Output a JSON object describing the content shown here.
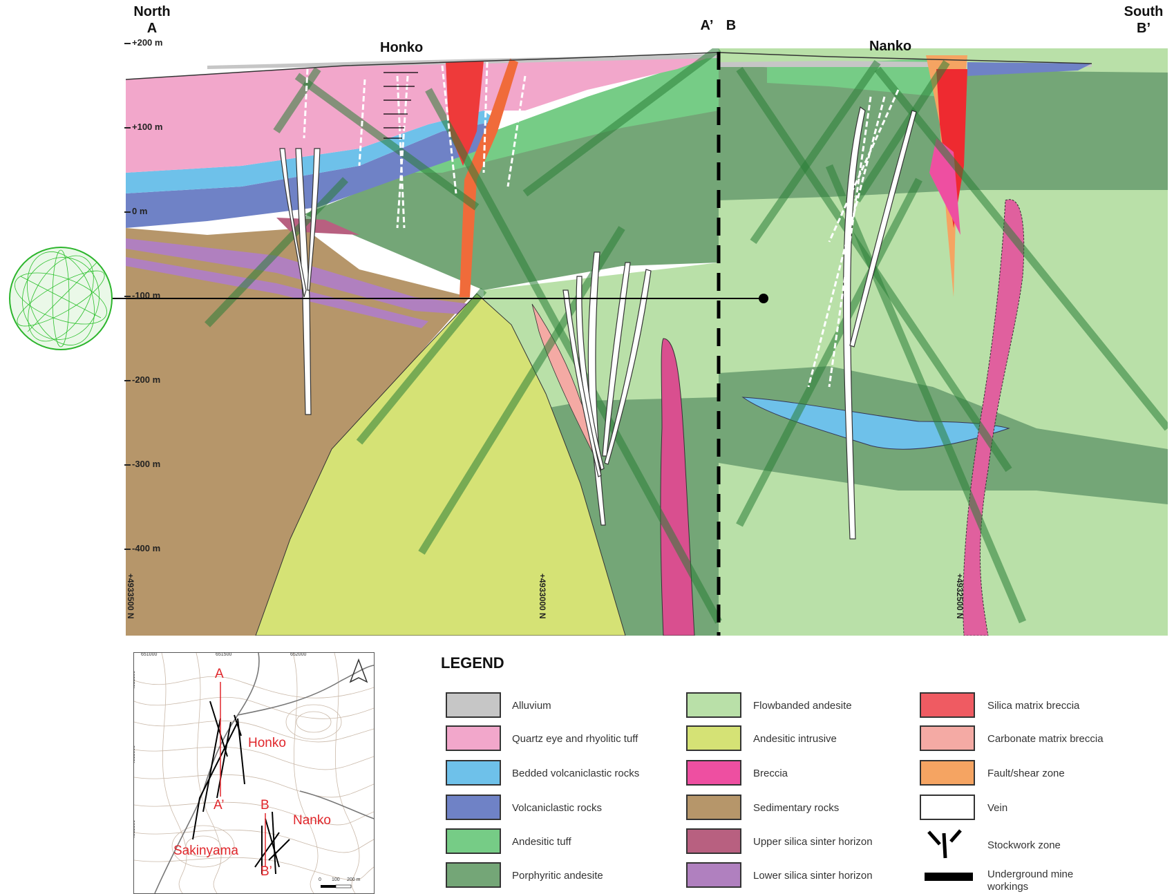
{
  "section": {
    "north_label": "North",
    "north_point": "A",
    "south_label": "South",
    "south_point": "B’",
    "mid_left": "A’",
    "mid_right": "B",
    "elevations": [
      "+200 m",
      "+100 m",
      "0 m",
      "-100 m",
      "-200 m",
      "-300 m",
      "-400 m"
    ],
    "northings": [
      "+4933500 N",
      "+4933000 N",
      "+4932500 N"
    ],
    "deposits": {
      "honko": "Honko",
      "nanko": "Nanko"
    }
  },
  "legend": {
    "title": "LEGEND",
    "items": [
      {
        "label": "Alluvium",
        "color": "#c6c6c6"
      },
      {
        "label": "Quartz eye and rhyolitic tuff",
        "color": "#f2a7cb"
      },
      {
        "label": "Bedded volcaniclastic rocks",
        "color": "#6ec1ea"
      },
      {
        "label": "Volcaniclastic rocks",
        "color": "#6f82c6"
      },
      {
        "label": "Andesitic tuff",
        "color": "#76cc86"
      },
      {
        "label": "Porphyritic andesite",
        "color": "#74a677"
      },
      {
        "label": "Flowbanded andesite",
        "color": "#b9e0a8"
      },
      {
        "label": "Andesitic intrusive",
        "color": "#d5e275"
      },
      {
        "label": "Breccia",
        "color": "#ee4fa1"
      },
      {
        "label": "Sedimentary rocks",
        "color": "#b6966a"
      },
      {
        "label": "Upper silica sinter horizon",
        "color": "#b86080"
      },
      {
        "label": "Lower silica sinter horizon",
        "color": "#b080bf"
      },
      {
        "label": "Silica matrix breccia",
        "color": "#ef5b62"
      },
      {
        "label": "Carbonate matrix breccia",
        "color": "#f4aaa4"
      },
      {
        "label": "Fault/shear zone",
        "color": "#f5a462"
      },
      {
        "label": "Vein",
        "color": "#ffffff"
      },
      {
        "label": "Stockwork zone",
        "color": ""
      },
      {
        "label": "Underground mine workings",
        "color": "#000000"
      }
    ]
  },
  "map": {
    "x_coords": [
      "651000",
      "651500",
      "652000"
    ],
    "y_coords": [
      "4933500",
      "4933000",
      "4932500"
    ],
    "labels": {
      "a": "A",
      "a_prime": "A’",
      "b": "B",
      "b_prime": "B’",
      "honko": "Honko",
      "nanko": "Nanko",
      "sakinyama": "Sakinyama"
    },
    "scale": [
      "0",
      "100",
      "200 m"
    ]
  }
}
